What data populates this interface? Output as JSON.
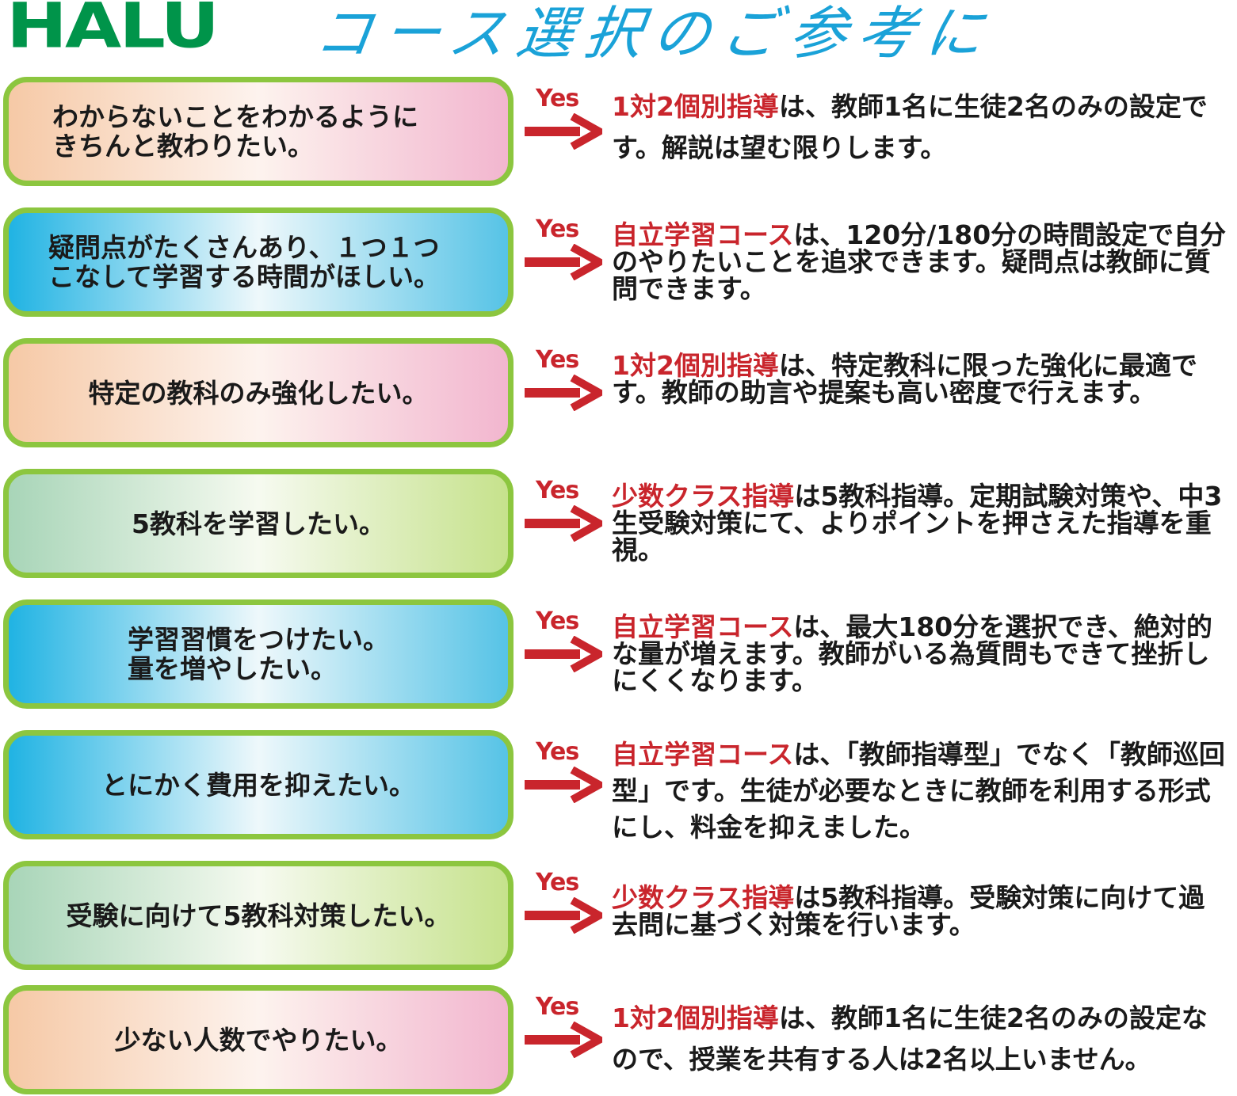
{
  "header": {
    "logo": "HALU",
    "title": "コース選択のご参考に"
  },
  "yes_label": "Yes",
  "rows": [
    {
      "question_lines": [
        "わからないことをわかるように",
        "きちんと教わりたい。"
      ],
      "course": "1対2個別指導",
      "answer_rest": "は、教師1名に生徒2名のみの設定です。解説は望む限りします。"
    },
    {
      "question_lines": [
        "疑問点がたくさんあり、１つ１つ",
        "こなして学習する時間がほしい。"
      ],
      "course": "自立学習コース",
      "answer_rest": "は、120分/180分の時間設定で自分のやりたいことを追求できます。疑問点は教師に質問できます。"
    },
    {
      "question_lines": [
        "特定の教科のみ強化したい。"
      ],
      "course": "1対2個別指導",
      "answer_rest": "は、特定教科に限った強化に最適です。教師の助言や提案も高い密度で行えます。"
    },
    {
      "question_lines": [
        "5教科を学習したい。"
      ],
      "course": "少数クラス指導",
      "answer_rest": "は5教科指導。定期試験対策や、中3生受験対策にて、よりポイントを押さえた指導を重視。"
    },
    {
      "question_lines": [
        "学習習慣をつけたい。",
        "量を増やしたい。"
      ],
      "course": "自立学習コース",
      "answer_rest": "は、最大180分を選択でき、絶対的な量が増えます。教師がいる為質問もできて挫折しにくくなります。"
    },
    {
      "question_lines": [
        "とにかく費用を抑えたい。"
      ],
      "course": "自立学習コース",
      "answer_rest": "は、「教師指導型」でなく「教師巡回型」です。生徒が必要なときに教師を利用する形式にし、料金を抑えました。"
    },
    {
      "question_lines": [
        "受験に向けて5教科対策したい。"
      ],
      "course": "少数クラス指導",
      "answer_rest": "は5教科指導。受験対策に向けて過去問に基づく対策を行います。"
    },
    {
      "question_lines": [
        "少ない人数でやりたい。"
      ],
      "course": "1対2個別指導",
      "answer_rest": "は、教師1名に生徒2名のみの設定なので、授業を共有する人は2名以上いません。"
    }
  ]
}
